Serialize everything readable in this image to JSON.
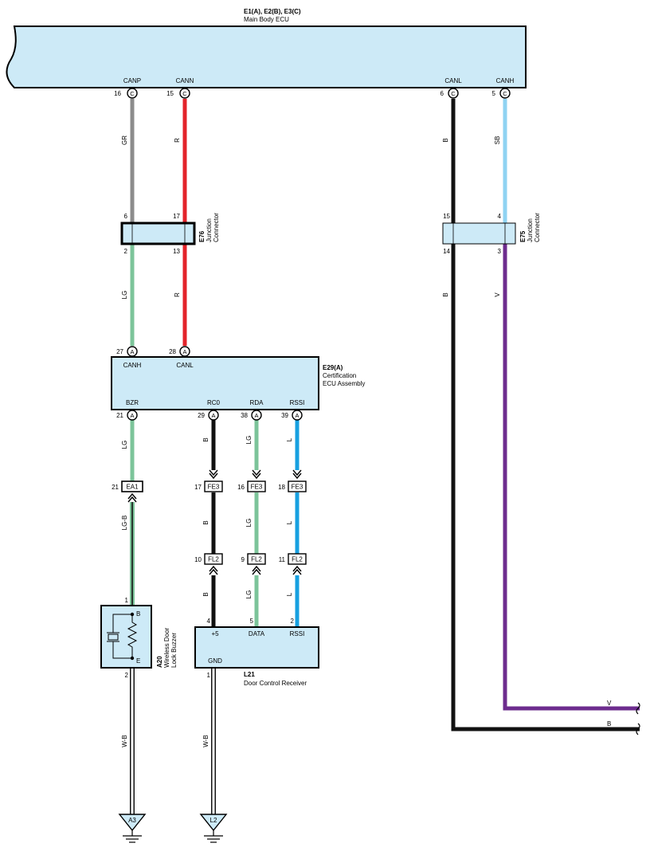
{
  "colors": {
    "component_fill": "#cdeaf7",
    "wire_GR": "#8c8c8c",
    "wire_R": "#e3232a",
    "wire_B": "#111111",
    "wire_SB": "#8fd3f2",
    "wire_LG": "#7cc49a",
    "wire_V": "#6d2c8e",
    "wire_L": "#17a0e0"
  },
  "main_ecu": {
    "title": "E1(A), E2(B), E3(C)",
    "name": "Main Body ECU",
    "pins": [
      {
        "name": "CANP",
        "num": "16",
        "conn": "C"
      },
      {
        "name": "CANN",
        "num": "15",
        "conn": "C"
      },
      {
        "name": "CANL",
        "num": "6",
        "conn": "C"
      },
      {
        "name": "CANH",
        "num": "5",
        "conn": "C"
      }
    ]
  },
  "junction_left": {
    "code": "E76",
    "name_line1": "Junction",
    "name_line2": "Connector",
    "top_pins": [
      "6",
      "17"
    ],
    "bottom_pins": [
      "2",
      "13"
    ]
  },
  "junction_right": {
    "code": "E75",
    "name_line1": "Junction",
    "name_line2": "Connector",
    "top_pins": [
      "15",
      "4"
    ],
    "bottom_pins": [
      "14",
      "3"
    ]
  },
  "wire_labels": {
    "gr": "GR",
    "r1": "R",
    "b1": "B",
    "sb": "SB",
    "lg1": "LG",
    "r2": "R",
    "b2": "B",
    "v": "V",
    "lg2": "LG",
    "b3": "B",
    "lg3": "LG",
    "l1": "L",
    "lgb": "LG-B",
    "b4": "B",
    "lg4": "LG",
    "l2": "L",
    "b5": "B",
    "lg5": "LG",
    "l3": "L",
    "wb1": "W-B",
    "wb2": "W-B",
    "v_right": "V",
    "b_right": "B"
  },
  "cert_ecu": {
    "title": "E29(A)",
    "name_line1": "Certification",
    "name_line2": "ECU Assembly",
    "top_pins": [
      {
        "name": "CANH",
        "num": "27",
        "conn": "A"
      },
      {
        "name": "CANL",
        "num": "28",
        "conn": "A"
      }
    ],
    "bottom_pins": [
      {
        "name": "BZR",
        "num": "21",
        "conn": "A"
      },
      {
        "name": "RC0",
        "num": "29",
        "conn": "A"
      },
      {
        "name": "RDA",
        "num": "38",
        "conn": "A"
      },
      {
        "name": "RSSI",
        "num": "39",
        "conn": "A"
      }
    ]
  },
  "connectors": {
    "ea1": {
      "num": "21",
      "label": "EA1"
    },
    "fe3": [
      {
        "num": "17",
        "label": "FE3"
      },
      {
        "num": "16",
        "label": "FE3"
      },
      {
        "num": "18",
        "label": "FE3"
      }
    ],
    "fl2": [
      {
        "num": "10",
        "label": "FL2"
      },
      {
        "num": "9",
        "label": "FL2"
      },
      {
        "num": "11",
        "label": "FL2"
      }
    ]
  },
  "buzzer": {
    "code": "A20",
    "name_line1": "Wireless Door",
    "name_line2": "Lock Buzzer",
    "pin_b": "B",
    "pin_e": "E",
    "num_top": "1",
    "num_bottom": "2"
  },
  "receiver": {
    "code": "L21",
    "name": "Door Control Receiver",
    "pins": [
      {
        "name": "+5",
        "num": "4"
      },
      {
        "name": "DATA",
        "num": "5"
      },
      {
        "name": "RSSI",
        "num": "2"
      }
    ],
    "gnd_name": "GND",
    "gnd_num": "1"
  },
  "grounds": [
    {
      "label": "A3"
    },
    {
      "label": "L2"
    }
  ]
}
